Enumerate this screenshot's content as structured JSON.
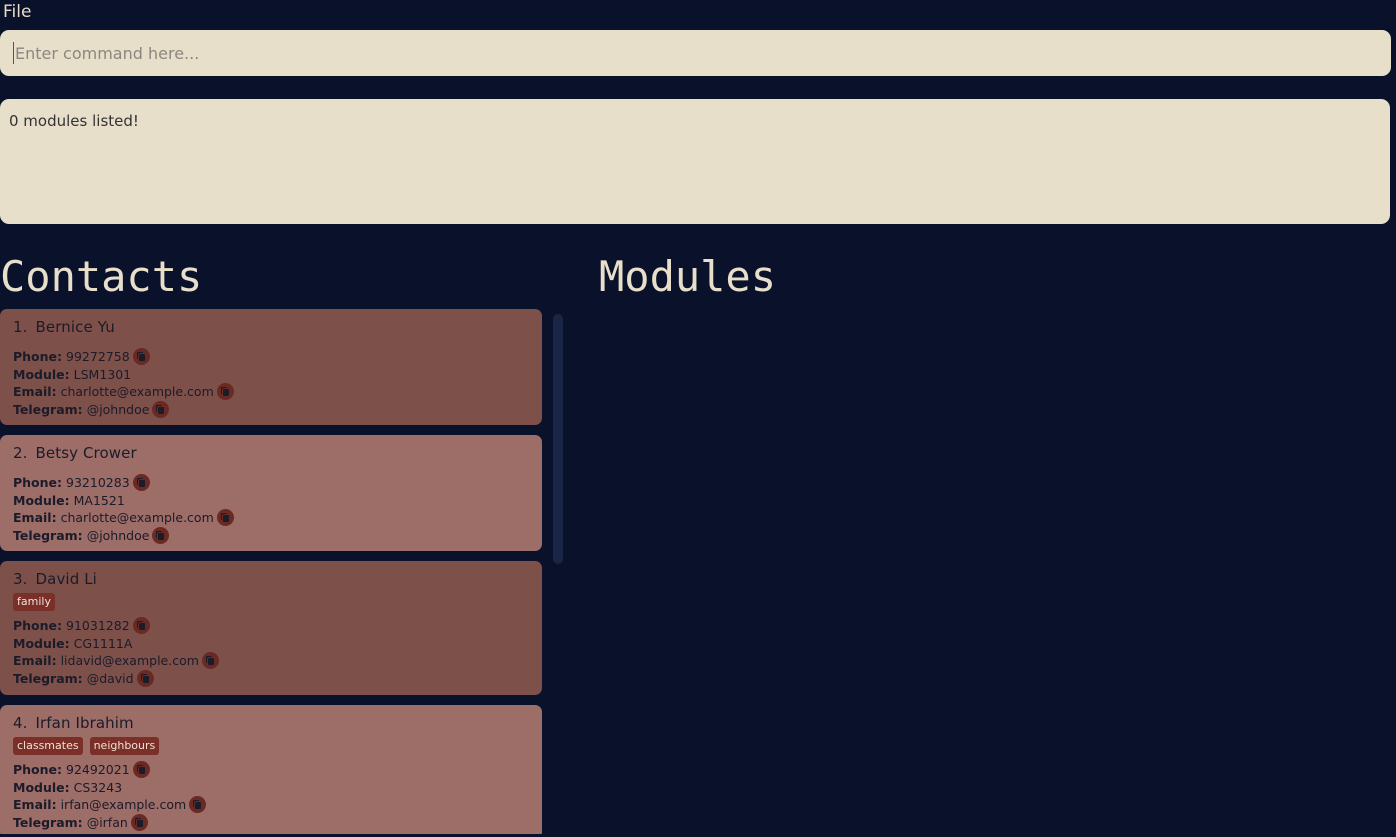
{
  "menu": {
    "file": "File"
  },
  "command": {
    "placeholder": "Enter command here..."
  },
  "result": {
    "text": "0 modules listed!"
  },
  "titles": {
    "contacts": "Contacts",
    "modules": "Modules"
  },
  "labels": {
    "phone": "Phone:",
    "module": "Module:",
    "email": "Email:",
    "telegram": "Telegram:"
  },
  "contacts": [
    {
      "index": "1.",
      "name": "Bernice Yu",
      "tags": [],
      "phone": "99272758",
      "module": "LSM1301",
      "email": "charlotte@example.com",
      "telegram": "@johndoe"
    },
    {
      "index": "2.",
      "name": "Betsy Crower",
      "tags": [],
      "phone": "93210283",
      "module": "MA1521",
      "email": "charlotte@example.com",
      "telegram": "@johndoe"
    },
    {
      "index": "3.",
      "name": "David Li",
      "tags": [
        "family"
      ],
      "phone": "91031282",
      "module": "CG1111A",
      "email": "lidavid@example.com",
      "telegram": "@david"
    },
    {
      "index": "4.",
      "name": "Irfan Ibrahim",
      "tags": [
        "classmates",
        "neighbours"
      ],
      "phone": "92492021",
      "module": "CS3243",
      "email": "irfan@example.com",
      "telegram": "@irfan"
    }
  ],
  "colors": {
    "background": "#0a112a",
    "panel": "#e8dfcb",
    "card_dark": "#7d504a",
    "card_light": "#9d6d68",
    "tag": "#7a2f28"
  }
}
